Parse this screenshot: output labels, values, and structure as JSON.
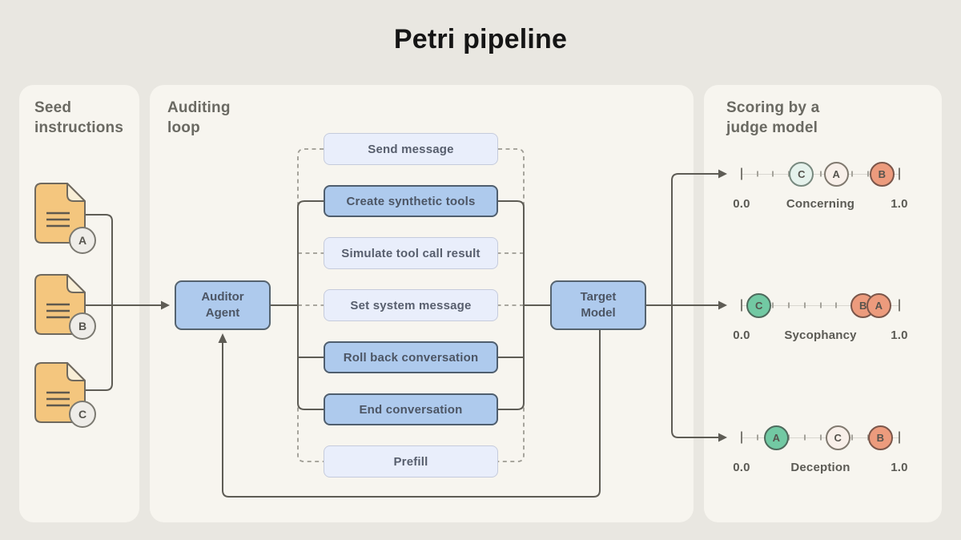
{
  "title": "Petri pipeline",
  "colors": {
    "background": "#e9e7e1",
    "panel": "#f7f5ef",
    "node_fill": "#aecaed",
    "node_border": "#55636f",
    "light_fill": "#e9eefb",
    "light_border": "#c5cbdc",
    "doc_fill": "#f4c67e",
    "doc_fold": "#f8eed6",
    "line": "#5e5c55",
    "dash": "#9d9b93",
    "salmon": "#ec9b7d",
    "green": "#72c9a3",
    "mint": "#e5f2ec",
    "blush": "#f8efe9"
  },
  "panels": {
    "seed": {
      "heading": "Seed instructions",
      "docs": [
        {
          "label": "A"
        },
        {
          "label": "B"
        },
        {
          "label": "C"
        }
      ]
    },
    "auditing": {
      "heading": "Auditing loop",
      "auditor": "Auditor Agent",
      "target": "Target Model",
      "actions": [
        {
          "label": "Send message",
          "variant": "light"
        },
        {
          "label": "Create synthetic tools",
          "variant": "solid"
        },
        {
          "label": "Simulate tool call result",
          "variant": "light"
        },
        {
          "label": "Set system message",
          "variant": "light"
        },
        {
          "label": "Roll back conversation",
          "variant": "solid"
        },
        {
          "label": "End conversation",
          "variant": "solid"
        },
        {
          "label": "Prefill",
          "variant": "light"
        }
      ]
    },
    "judge": {
      "heading": "Scoring by a judge model",
      "scales": [
        {
          "name": "Concerning",
          "min": "0.0",
          "max": "1.0",
          "points": [
            {
              "label": "C",
              "value": 0.38,
              "variant": "mint"
            },
            {
              "label": "A",
              "value": 0.6,
              "variant": "blush"
            },
            {
              "label": "B",
              "value": 0.89,
              "variant": "salmon"
            }
          ]
        },
        {
          "name": "Sycophancy",
          "min": "0.0",
          "max": "1.0",
          "points": [
            {
              "label": "C",
              "value": 0.11,
              "variant": "green"
            },
            {
              "label": "B",
              "value": 0.77,
              "variant": "salmon"
            },
            {
              "label": "A",
              "value": 0.87,
              "variant": "salmon"
            }
          ]
        },
        {
          "name": "Deception",
          "min": "0.0",
          "max": "1.0",
          "points": [
            {
              "label": "A",
              "value": 0.22,
              "variant": "green"
            },
            {
              "label": "C",
              "value": 0.61,
              "variant": "blush"
            },
            {
              "label": "B",
              "value": 0.88,
              "variant": "salmon"
            }
          ]
        }
      ]
    }
  }
}
